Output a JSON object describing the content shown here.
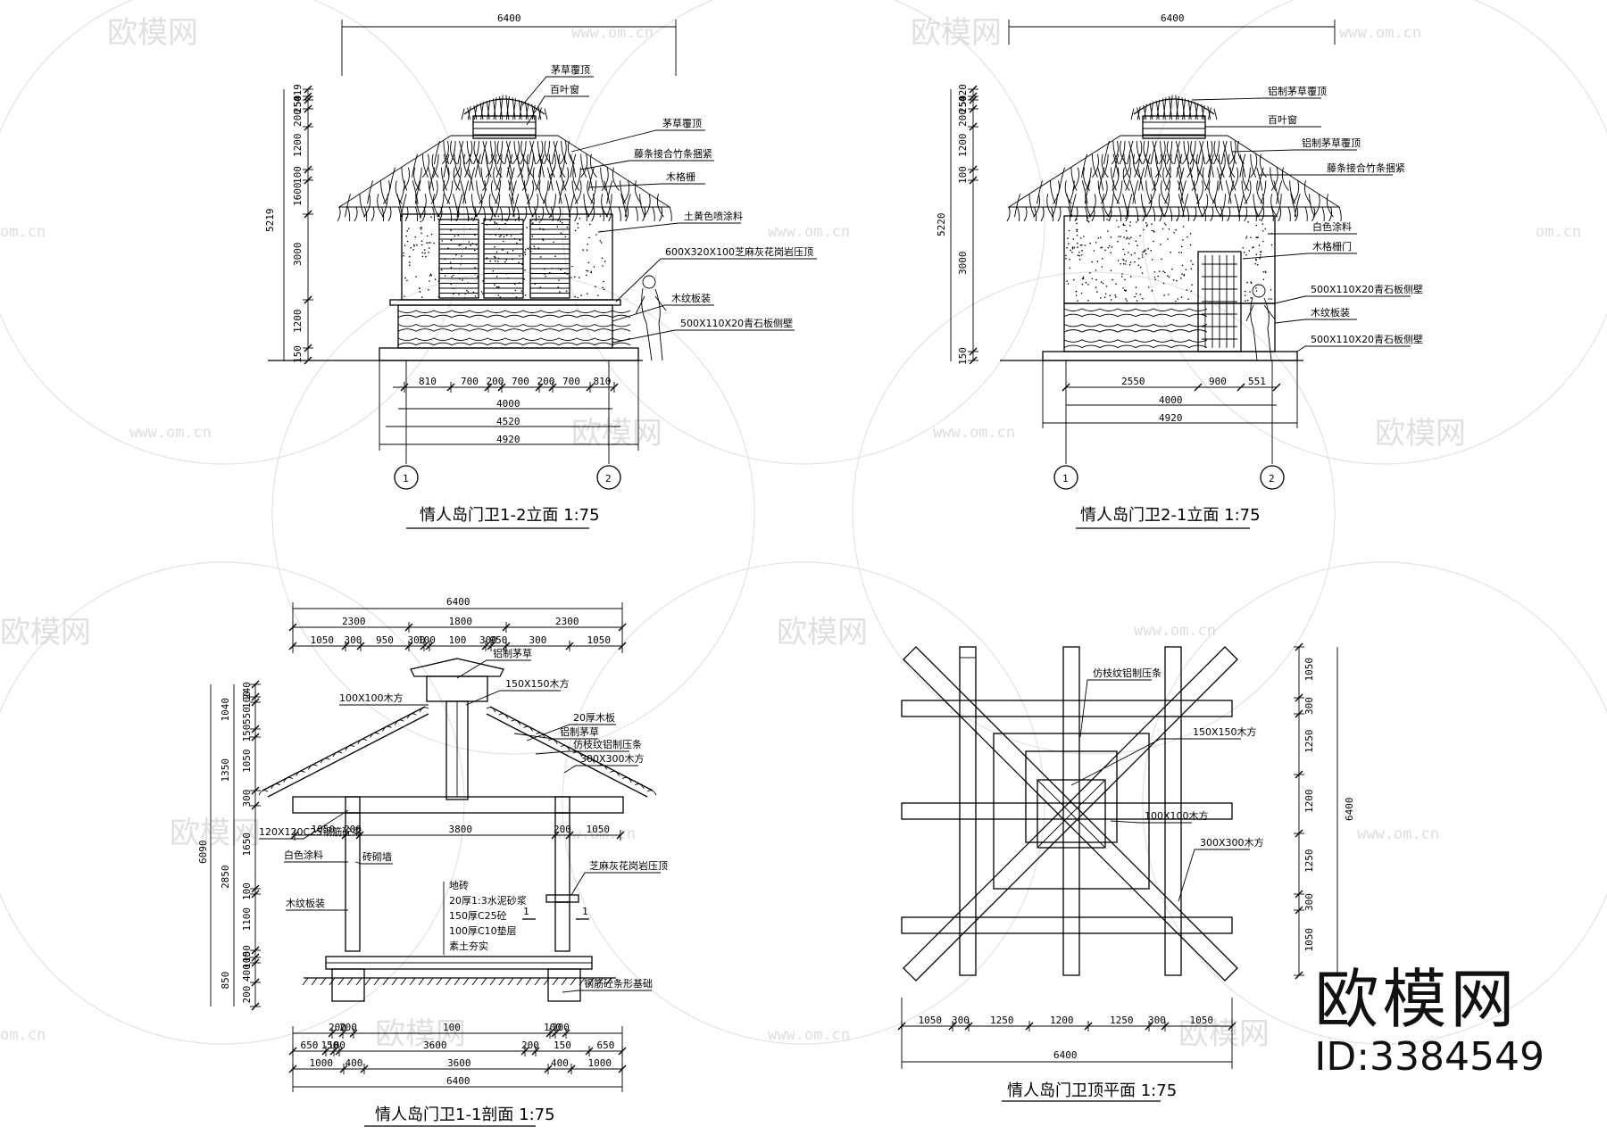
{
  "watermarks": {
    "brand": "欧模网",
    "site": "www.om.cn",
    "site_short": "om.cn"
  },
  "branding": {
    "name": "欧模网",
    "id": "ID:3384549"
  },
  "views": {
    "elev12": {
      "title": "情人岛门卫1-2立面 1:75",
      "top_dim": "6400",
      "v_dims": [
        "419",
        "50",
        "250",
        "200",
        "1200",
        "100",
        "1600",
        "3000",
        "1200",
        "150"
      ],
      "total_h": "5219",
      "bottom_dims": [
        "810",
        "700",
        "200",
        "700",
        "200",
        "700",
        "810"
      ],
      "d4000": "4000",
      "d4520": "4520",
      "d4920": "4920",
      "axis1": "1",
      "axis2": "2",
      "notes": [
        "茅草覆顶",
        "百叶窗",
        "茅草覆顶",
        "藤条接合竹条捆紧",
        "木格栅",
        "土黄色喷涂料",
        "600X320X100芝麻灰花岗岩压顶",
        "木纹板装",
        "500X110X20青石板侧壁"
      ]
    },
    "elev21": {
      "title": "情人岛门卫2-1立面 1:75",
      "top_dim": "6400",
      "v_dims": [
        "420",
        "50",
        "250",
        "200",
        "1200",
        "100",
        "3000",
        "150"
      ],
      "total_h": "5220",
      "bottom_dims": [
        "2550",
        "900",
        "551"
      ],
      "d4000": "4000",
      "d4920": "4920",
      "axis1": "1",
      "axis2": "2",
      "notes": [
        "铝制茅草覆顶",
        "百叶窗",
        "铝制茅草覆顶",
        "藤条接合竹条捆紧",
        "白色涂料",
        "木格栅门",
        "500X110X20青石板侧壁",
        "木纹板装",
        "500X110X20青石板侧壁"
      ]
    },
    "section": {
      "title": "情人岛门卫1-1剖面 1:75",
      "top_dim": "6400",
      "top_row1": [
        "2300",
        "1800",
        "2300"
      ],
      "top_row2": [
        "1050",
        "300",
        "950",
        "300",
        "100",
        "100",
        "300",
        "950",
        "300",
        "1050"
      ],
      "v_dims": [
        "240",
        "100",
        "550",
        "150",
        "1050",
        "300",
        "1650",
        "100",
        "1100",
        "150",
        "100",
        "400",
        "200"
      ],
      "v_groups": [
        "1040",
        "1350",
        "2850",
        "850"
      ],
      "total_h": "6090",
      "inner": [
        "1050",
        "200",
        "3800",
        "200",
        "1050"
      ],
      "bottom_row1": [
        "200",
        "200",
        "100",
        "100",
        "200"
      ],
      "bottom_row2": [
        "650",
        "150",
        "100",
        "3600",
        "200",
        "150",
        "650"
      ],
      "bottom_row3": [
        "1000",
        "400",
        "3600",
        "400",
        "1000"
      ],
      "bottom_total": "6400",
      "cut_label": "1",
      "notes": [
        "铝制茅草",
        "100X100木方",
        "150X150木方",
        "20厚木板",
        "铝制茅草",
        "仿枝纹铝制压条",
        "300X300木方",
        "120X120C25钢筋砼梁",
        "白色涂料",
        "砖砌墙",
        "芝麻灰花岗岩压顶",
        "木纹板装",
        "地砖",
        "20厚1:3水泥砂浆",
        "150厚C25砼",
        "100厚C10垫层",
        "素土夯实",
        "钢筋砼条形基础"
      ]
    },
    "plan": {
      "title": "情人岛门卫顶平面 1:75",
      "right_dims": [
        "1050",
        "300",
        "1250",
        "1200",
        "1250",
        "300",
        "1050"
      ],
      "right_total": "6400",
      "bottom_dims": [
        "1050",
        "300",
        "1250",
        "1200",
        "1250",
        "300",
        "1050"
      ],
      "bottom_total": "6400",
      "notes": [
        "仿枝纹铝制压条",
        "150X150木方",
        "100X100木方",
        "300X300木方"
      ]
    }
  }
}
